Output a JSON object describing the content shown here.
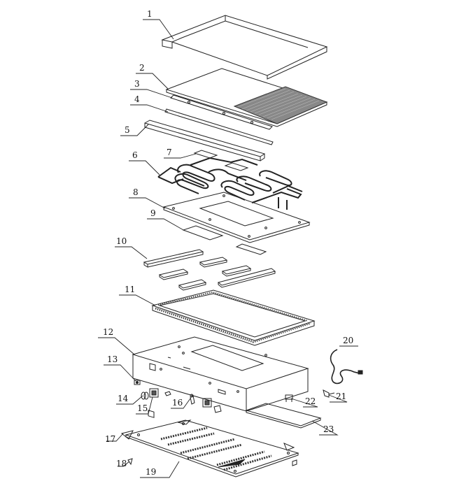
{
  "diagram": {
    "parts": [
      {
        "num": "1"
      },
      {
        "num": "2"
      },
      {
        "num": "3"
      },
      {
        "num": "4"
      },
      {
        "num": "5"
      },
      {
        "num": "6"
      },
      {
        "num": "7"
      },
      {
        "num": "8"
      },
      {
        "num": "9"
      },
      {
        "num": "10"
      },
      {
        "num": "11"
      },
      {
        "num": "12"
      },
      {
        "num": "13"
      },
      {
        "num": "14"
      },
      {
        "num": "15"
      },
      {
        "num": "16"
      },
      {
        "num": "17"
      },
      {
        "num": "18"
      },
      {
        "num": "19"
      },
      {
        "num": "20"
      },
      {
        "num": "21"
      },
      {
        "num": "22"
      },
      {
        "num": "23"
      }
    ]
  }
}
